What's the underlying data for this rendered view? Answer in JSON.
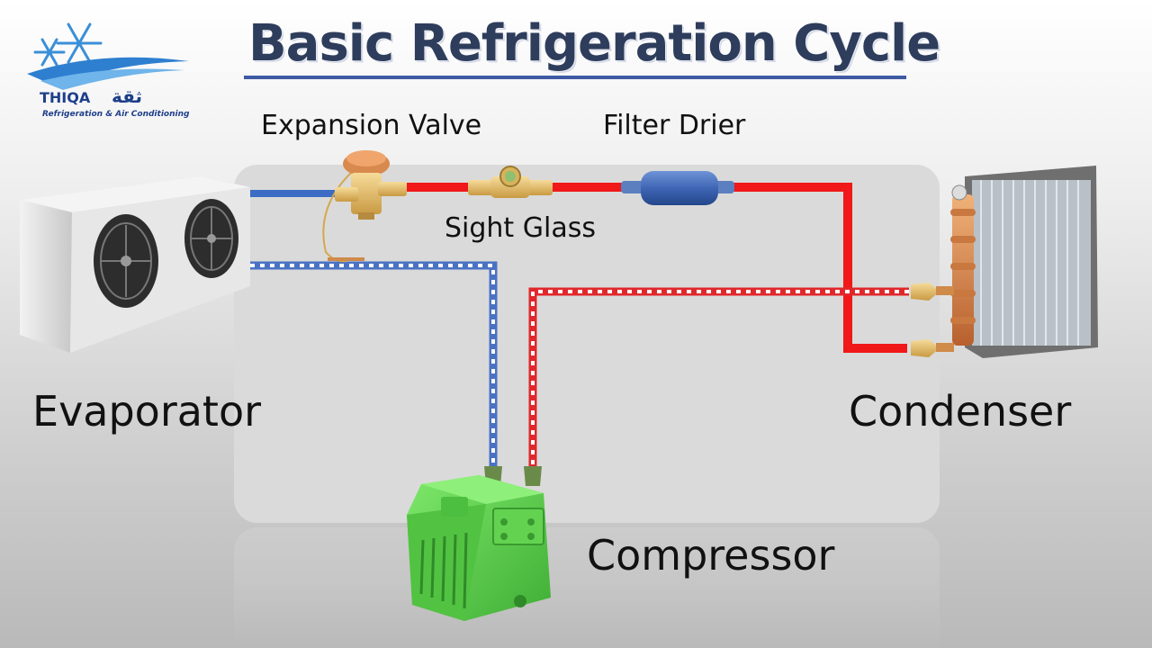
{
  "title": "Basic Refrigeration Cycle",
  "logo": {
    "name": "THIQA",
    "arabic": "ثقة",
    "tagline": "Refrigeration & Air Conditioning"
  },
  "labels": {
    "expansion_valve": "Expansion Valve",
    "filter_drier": "Filter Drier",
    "sight_glass": "Sight Glass",
    "evaporator": "Evaporator",
    "condenser": "Condenser",
    "compressor": "Compressor"
  },
  "colors": {
    "liquid_line": "#f01818",
    "low_pressure_line": "#4a72c4",
    "hot_gas_line": "#e0282c",
    "title": "#2e3d5c",
    "compressor": "#5ccf4c",
    "brass_fitting": "#e3c277"
  }
}
